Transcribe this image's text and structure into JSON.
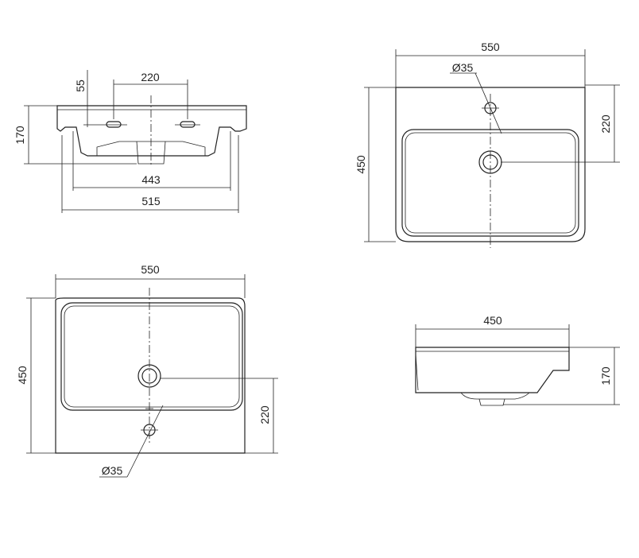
{
  "front_view": {
    "tap_offset": "55",
    "tap_spacing": "220",
    "height": "170",
    "inner_width": "443",
    "outer_width": "515"
  },
  "top_view_right": {
    "width": "550",
    "depth": "450",
    "hole_diameter": "Ø35",
    "hole_offset": "220"
  },
  "top_view_left": {
    "width": "550",
    "depth": "450",
    "hole_diameter": "Ø35",
    "hole_offset": "220"
  },
  "side_view": {
    "depth": "450",
    "height": "170"
  }
}
